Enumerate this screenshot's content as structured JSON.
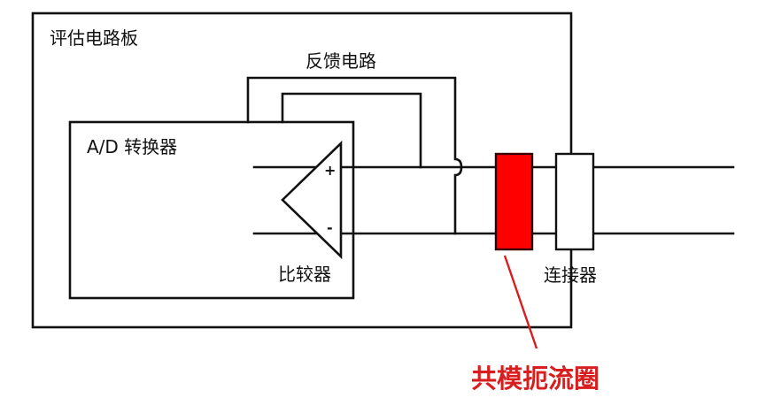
{
  "labels": {
    "board": "评估电路板",
    "feedback": "反馈电路",
    "adc": "A/D 转换器",
    "comparator": "比较器",
    "connector": "连接器",
    "choke": "共模扼流圈",
    "plus": "+",
    "minus": "-"
  },
  "colors": {
    "line": "#111111",
    "choke_fill": "#ff0000",
    "choke_stroke": "#3a0000",
    "callout": "#d81e1e",
    "connector_fill": "#ffffff"
  }
}
